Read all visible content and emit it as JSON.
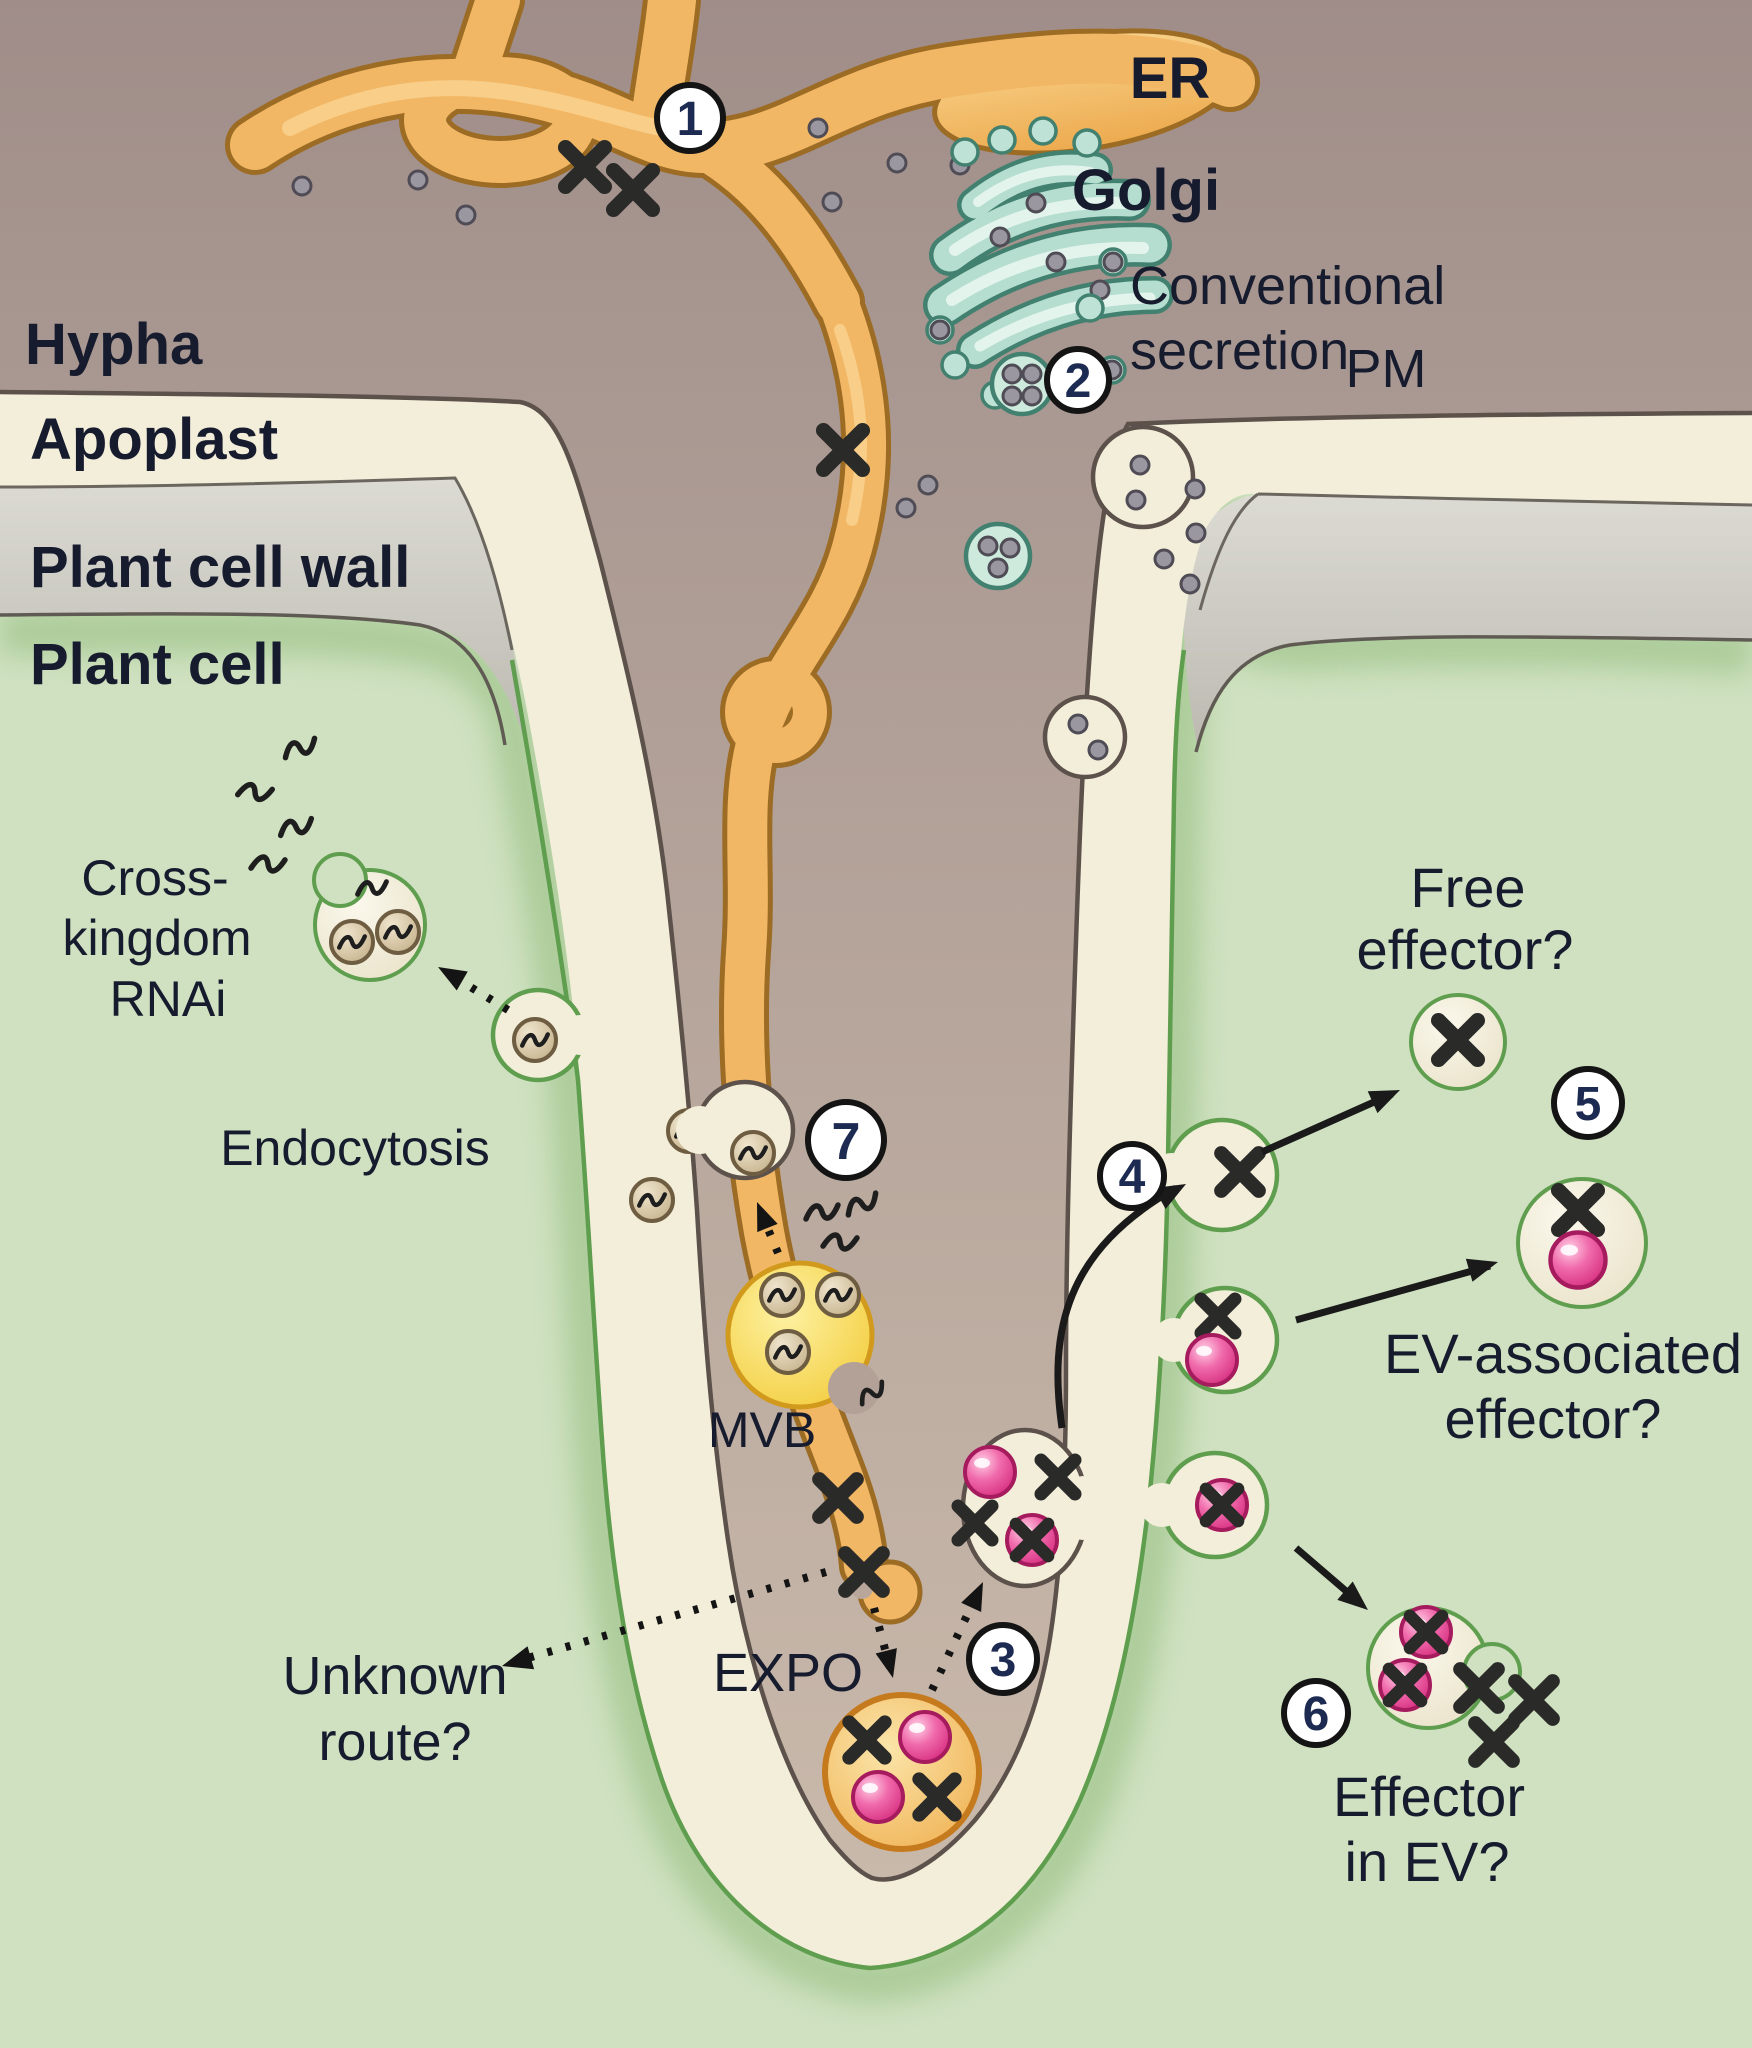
{
  "title": "Fungal effector and RNA secretion routes at the hypha–plant cell interface",
  "regions": {
    "hypha": "Hypha",
    "apoplast": "Apoplast",
    "plant_cell_wall": "Plant cell wall",
    "plant_cell": "Plant cell",
    "pm": "PM"
  },
  "organelles": {
    "er": "ER",
    "golgi": "Golgi",
    "mvb": "MVB",
    "expo": "EXPO"
  },
  "annotations": {
    "conventional_1": "Conventional",
    "conventional_2": "secretion",
    "cross_kingdom_1": "Cross-",
    "cross_kingdom_2": "kingdom",
    "cross_kingdom_3": "RNAi",
    "endocytosis": "Endocytosis",
    "unknown_route_1": "Unknown",
    "unknown_route_2": "route?",
    "free_effector_1": "Free",
    "free_effector_2": "effector?",
    "ev_associated_1": "EV-associated",
    "ev_associated_2": "effector?",
    "effector_in_ev_1": "Effector",
    "effector_in_ev_2": "in EV?"
  },
  "steps": {
    "s1": "1",
    "s2": "2",
    "s3": "3",
    "s4": "4",
    "s5": "5",
    "s6": "6",
    "s7": "7"
  },
  "colors": {
    "hypha_cytoplasm": "#ab998f",
    "apoplast_matrix": "#f3eeda",
    "plant_cell_wall": "#cccabf",
    "plant_cell": "#cfe1c0",
    "er_orange": "#f2b765",
    "golgi_teal": "#b5ddd0",
    "mvb_yellow": "#f5ce3c",
    "expo_orange": "#f2b558",
    "ev_pink": "#ee5fa2",
    "plant_membrane_green": "#5f9e4e",
    "fungal_membrane": "#5c524b",
    "effector_x": "#2a2a28"
  }
}
